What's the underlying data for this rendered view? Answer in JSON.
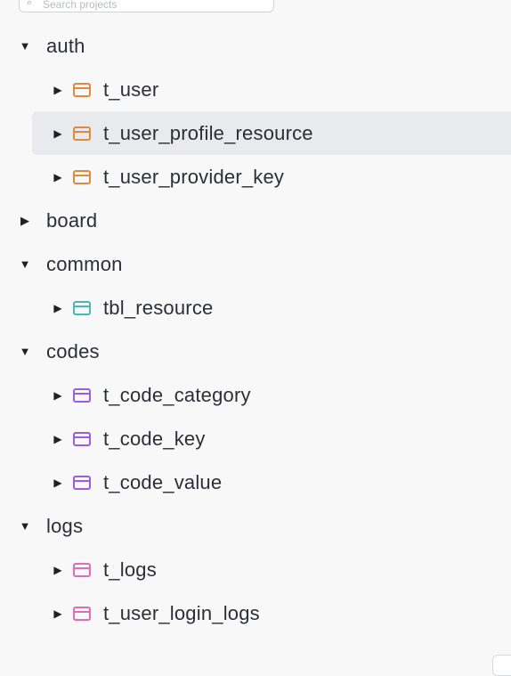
{
  "search": {
    "placeholder": "Search projects"
  },
  "colors": {
    "auth": "#e08a3c",
    "common": "#4bb8b0",
    "codes": "#9b5de5",
    "logs": "#e06bb8"
  },
  "tree": {
    "schemas": [
      {
        "name": "auth",
        "expanded": true,
        "tables": [
          {
            "name": "t_user",
            "selected": false
          },
          {
            "name": "t_user_profile_resource",
            "selected": true
          },
          {
            "name": "t_user_provider_key",
            "selected": false
          }
        ]
      },
      {
        "name": "board",
        "expanded": false,
        "tables": []
      },
      {
        "name": "common",
        "expanded": true,
        "tables": [
          {
            "name": "tbl_resource",
            "selected": false
          }
        ]
      },
      {
        "name": "codes",
        "expanded": true,
        "tables": [
          {
            "name": "t_code_category",
            "selected": false
          },
          {
            "name": "t_code_key",
            "selected": false
          },
          {
            "name": "t_code_value",
            "selected": false
          }
        ]
      },
      {
        "name": "logs",
        "expanded": true,
        "tables": [
          {
            "name": "t_logs",
            "selected": false
          },
          {
            "name": "t_user_login_logs",
            "selected": false
          }
        ]
      }
    ]
  }
}
